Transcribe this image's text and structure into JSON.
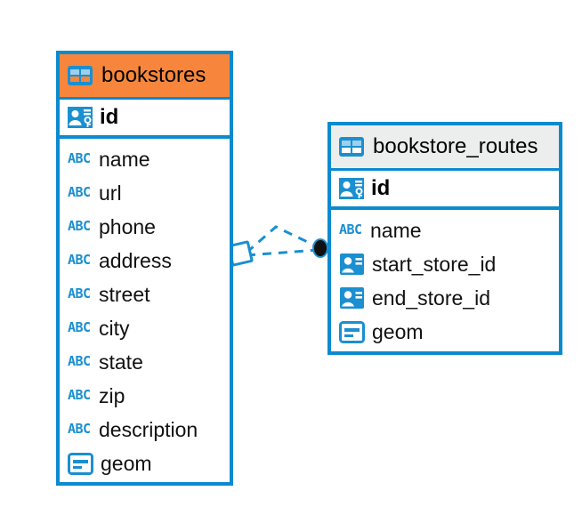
{
  "diagram": {
    "type": "entity-relationship-diagram",
    "background_color": "#ffffff",
    "accent_color": "#0c8ace",
    "selected_header_color": "#f7863c",
    "unselected_header_color": "#eceded",
    "icon_blue": "#1b8fd0"
  },
  "entities": [
    {
      "name": "bookstores",
      "title": "bookstores",
      "selected": true,
      "header_icon": "table-icon",
      "primary_key": {
        "label": "id",
        "icon": "primary-key-icon"
      },
      "fields": [
        {
          "label": "name",
          "icon": "abc-text-icon",
          "type": "text"
        },
        {
          "label": "url",
          "icon": "abc-text-icon",
          "type": "text"
        },
        {
          "label": "phone",
          "icon": "abc-text-icon",
          "type": "text"
        },
        {
          "label": "address",
          "icon": "abc-text-icon",
          "type": "text"
        },
        {
          "label": "street",
          "icon": "abc-text-icon",
          "type": "text"
        },
        {
          "label": "city",
          "icon": "abc-text-icon",
          "type": "text"
        },
        {
          "label": "state",
          "icon": "abc-text-icon",
          "type": "text"
        },
        {
          "label": "zip",
          "icon": "abc-text-icon",
          "type": "text"
        },
        {
          "label": "description",
          "icon": "abc-text-icon",
          "type": "text"
        },
        {
          "label": "geom",
          "icon": "geometry-icon",
          "type": "geometry"
        }
      ]
    },
    {
      "name": "bookstore_routes",
      "title": "bookstore_routes",
      "selected": false,
      "header_icon": "table-icon",
      "primary_key": {
        "label": "id",
        "icon": "primary-key-icon"
      },
      "fields": [
        {
          "label": "name",
          "icon": "abc-text-icon",
          "type": "text"
        },
        {
          "label": "start_store_id",
          "icon": "foreign-key-icon",
          "type": "foreign-key"
        },
        {
          "label": "end_store_id",
          "icon": "foreign-key-icon",
          "type": "foreign-key"
        },
        {
          "label": "geom",
          "icon": "geometry-icon",
          "type": "geometry"
        }
      ]
    }
  ],
  "relationship": {
    "from": "bookstores",
    "to": "bookstore_routes",
    "line_style": "dashed",
    "line_color": "#1b8fd0",
    "source_marker": "diamond",
    "target_marker": "filled-circle",
    "branches": 2
  },
  "abc_icon_text": "ABC"
}
